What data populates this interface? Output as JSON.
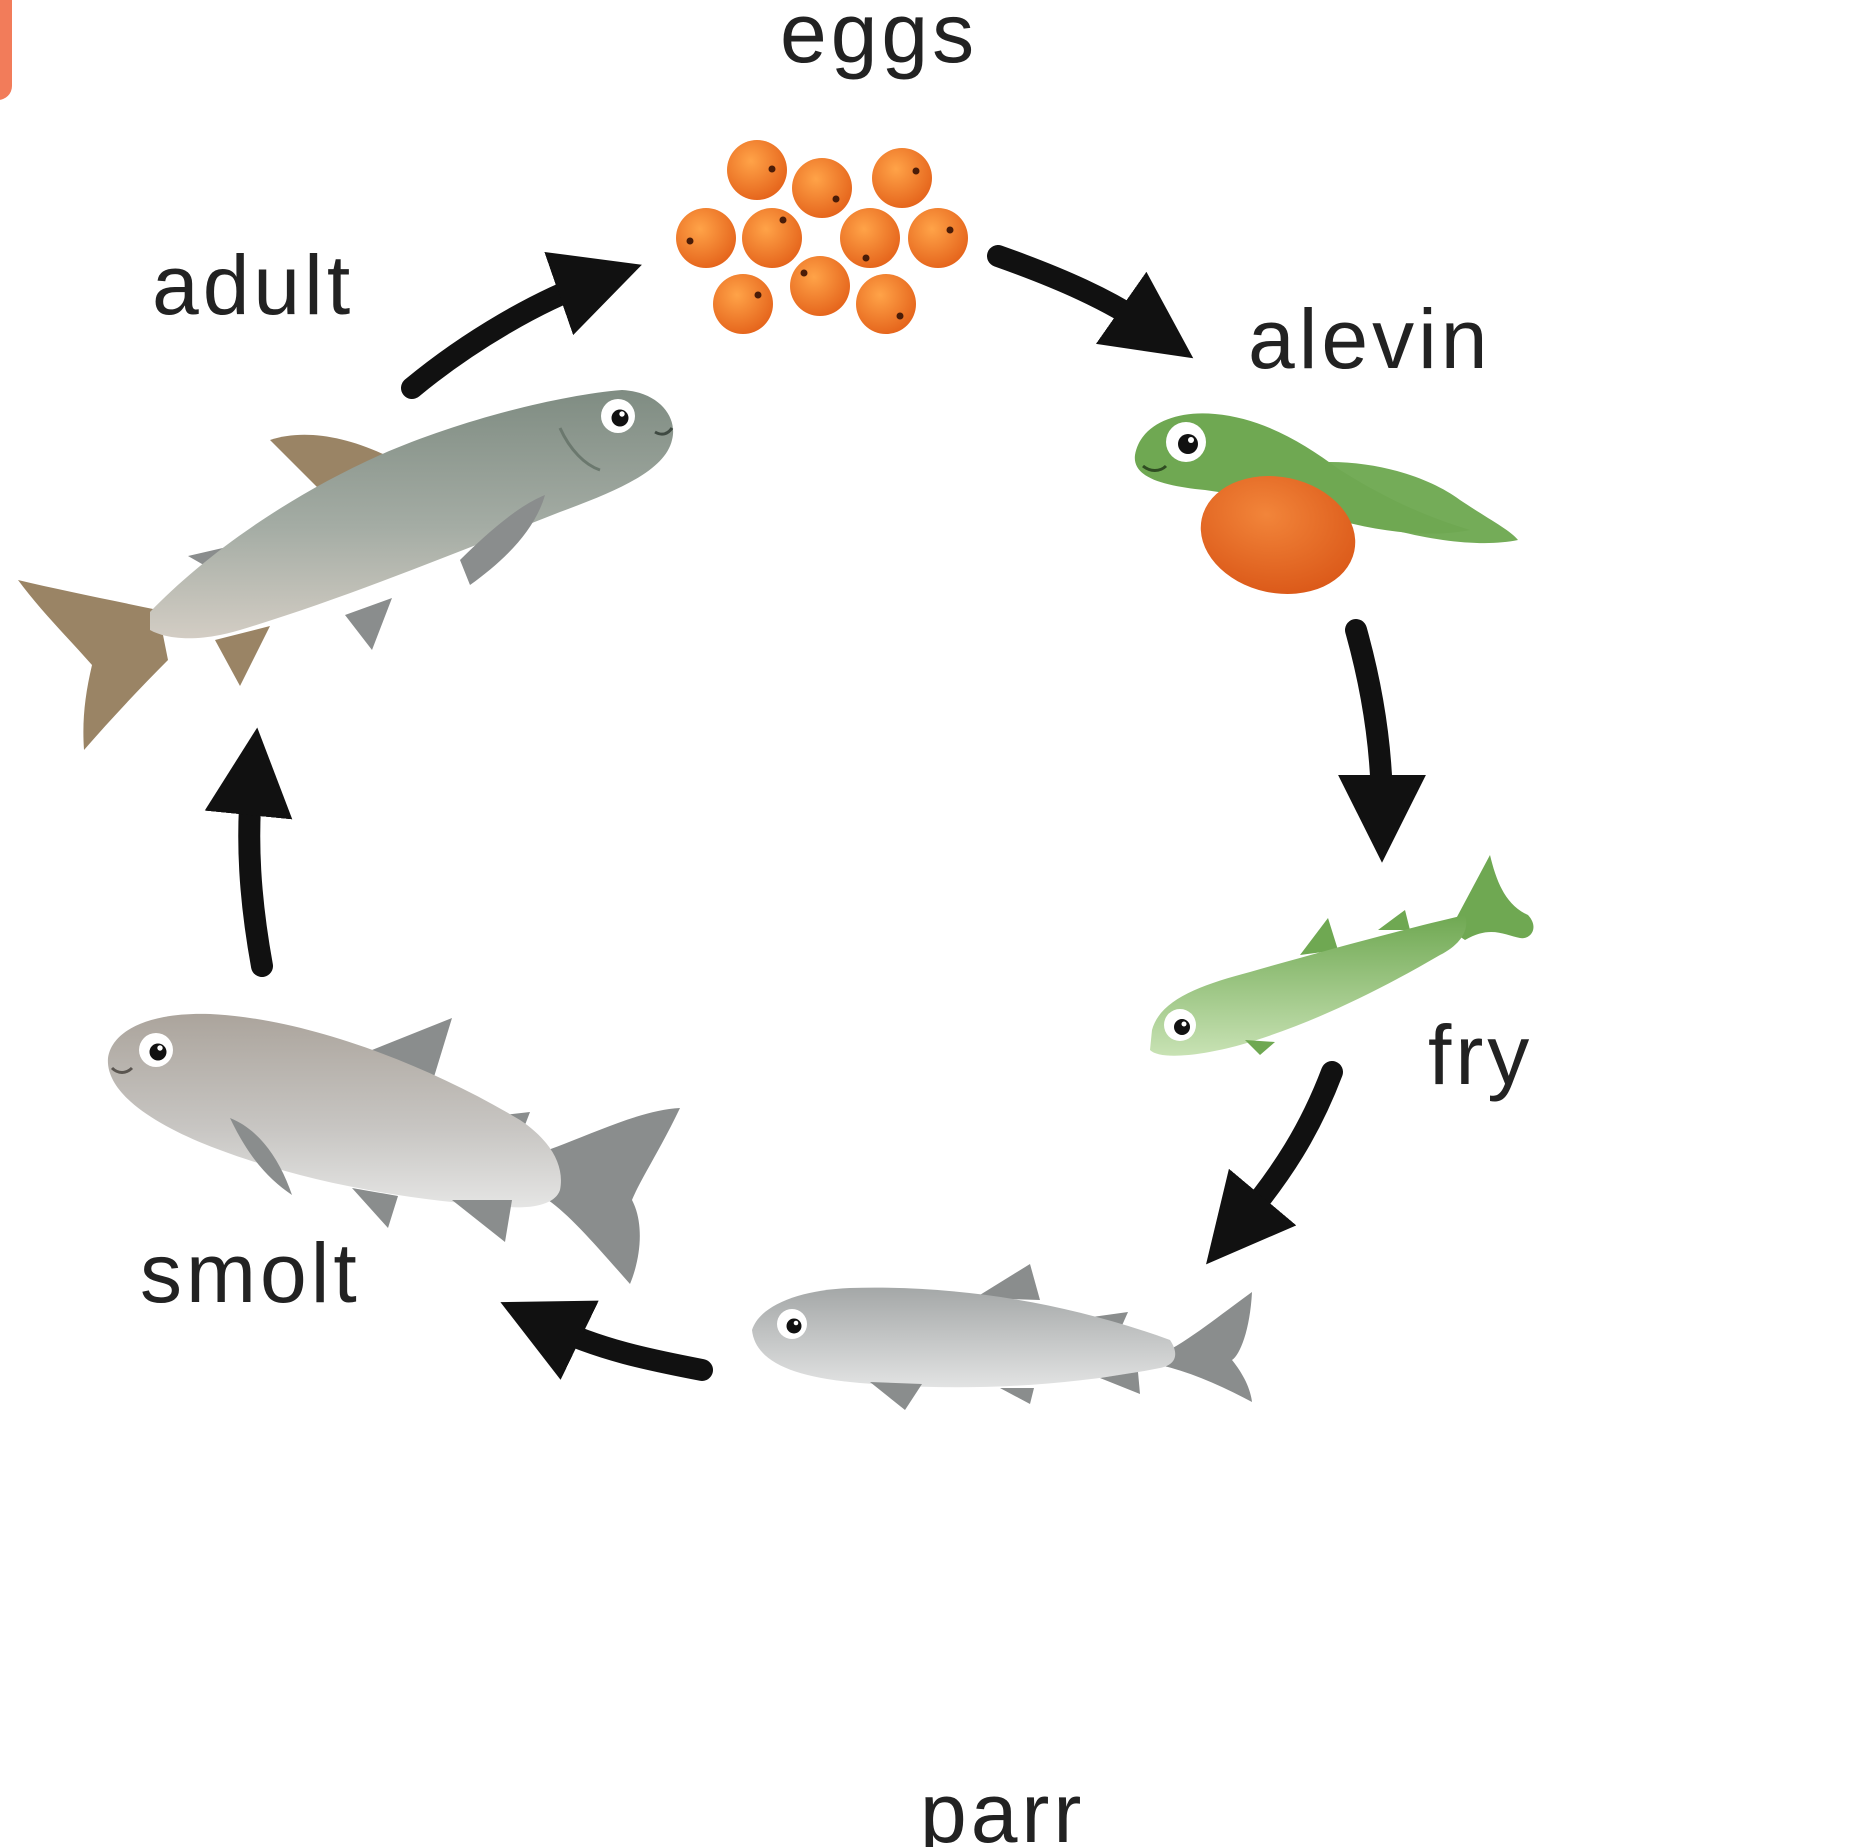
{
  "stages": {
    "eggs": "eggs",
    "alevin": "alevin",
    "fry": "fry",
    "parr": "parr",
    "smolt": "smolt",
    "adult": "adult"
  },
  "colors": {
    "arrow": "#111111",
    "egg": "#f07a22",
    "alevin_body": "#74ac58",
    "alevin_yolk": "#e66a22",
    "fry_body": "#8cc16b",
    "parr_body": "#b9bcbc",
    "smolt_body": "#c0bebb",
    "adult_body": "#8e9b90",
    "fin_grey": "#888b8b",
    "fin_tan": "#9a8465",
    "corner_tab": "#f27c5a"
  }
}
